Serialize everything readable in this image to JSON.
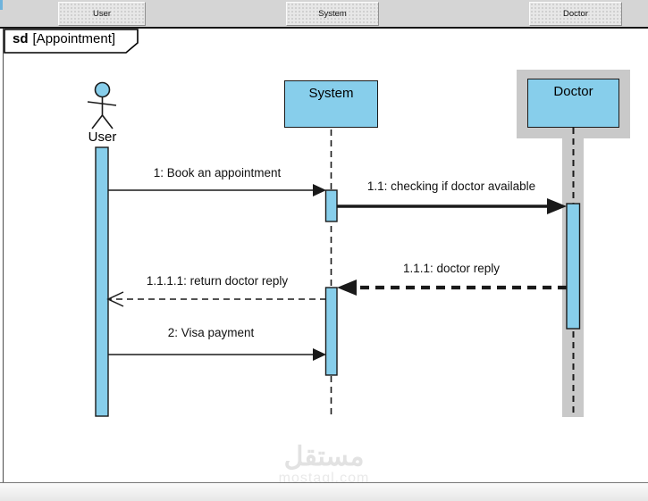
{
  "toolbar": {
    "tabs": [
      {
        "label": "User"
      },
      {
        "label": "System"
      },
      {
        "label": "Doctor"
      }
    ]
  },
  "frame": {
    "keyword": "sd",
    "title": "[Appointment]"
  },
  "lifelines": {
    "user": {
      "label": "User",
      "kind": "actor"
    },
    "system": {
      "label": "System",
      "kind": "object"
    },
    "doctor": {
      "label": "Doctor",
      "kind": "object",
      "selected": true
    }
  },
  "messages": [
    {
      "label": "1: Book an appointment",
      "from": "User",
      "to": "System",
      "line": "solid",
      "arrowhead": "filled",
      "weight": "normal"
    },
    {
      "label": "1.1: checking if doctor available",
      "from": "System",
      "to": "Doctor",
      "line": "solid",
      "arrowhead": "filled",
      "weight": "bold"
    },
    {
      "label": "1.1.1: doctor reply",
      "from": "Doctor",
      "to": "System",
      "line": "dashed",
      "arrowhead": "filled",
      "weight": "bold"
    },
    {
      "label": "1.1.1.1: return doctor reply",
      "from": "System",
      "to": "User",
      "line": "dashed",
      "arrowhead": "open",
      "weight": "normal"
    },
    {
      "label": "2: Visa payment",
      "from": "User",
      "to": "System",
      "line": "solid",
      "arrowhead": "filled",
      "weight": "normal"
    }
  ],
  "watermark": {
    "logo_text": "مستقل",
    "site_text": "mostaql.com"
  },
  "colors": {
    "element_fill": "#87CEEB",
    "selection_highlight": "#C9C9C9",
    "line": "#1A1A1A"
  }
}
